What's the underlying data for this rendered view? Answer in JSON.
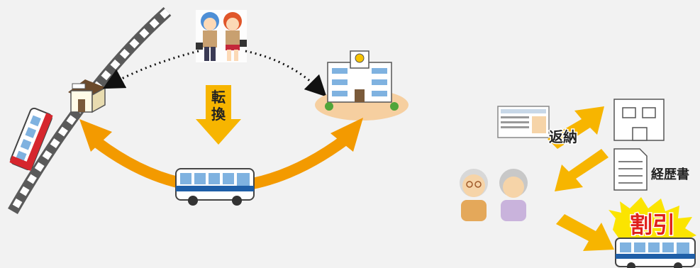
{
  "left_panel": {
    "transfer_label_1": "転",
    "transfer_label_2": "換"
  },
  "right_panel": {
    "return_label": "返納",
    "resume_label": "経歴書",
    "discount_label": "割引"
  },
  "colors": {
    "arrow_orange": "#f39a00",
    "arrow_yellow": "#f7b500",
    "rail_dark": "#5a5a5a",
    "bus_blue": "#1f5fa8",
    "train_red": "#d6262d",
    "burst_yellow": "#fbe400",
    "discount_red": "#e0201b"
  },
  "icons": [
    "train-icon",
    "station-icon",
    "students-icon",
    "school-icon",
    "bus-icon",
    "license-card-icon",
    "office-building-icon",
    "document-icon",
    "elderly-couple-icon"
  ]
}
